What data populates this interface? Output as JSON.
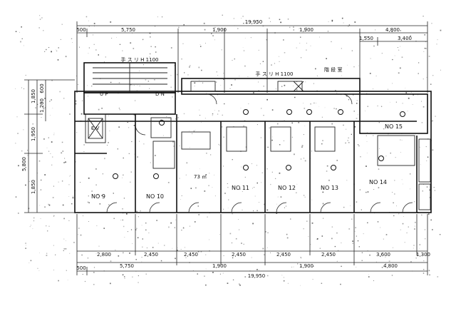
{
  "top_dims": {
    "total": "19,950",
    "d1": "5,750",
    "d2": "1,900",
    "d3": "1,900",
    "d4": "4,800",
    "d5": "1,550",
    "d6": "3,400",
    "lead": "500"
  },
  "bottom_dims": {
    "s1": "2,800",
    "s2": "2,450",
    "s3": "2,450",
    "s4": "2,450",
    "s5": "2,450",
    "s6": "2,450",
    "s7": "3,600",
    "s8": "1,300",
    "m1": "5,750",
    "m2": "1,900",
    "m3": "1,900",
    "m4": "4,800",
    "total": "19,950",
    "lead": "500"
  },
  "left_dims": {
    "total": "5,800",
    "a": "1,850",
    "b": "1,950",
    "c": "1,850",
    "d": "600",
    "e": "1,200"
  },
  "labels": {
    "stair": "手 ス リ H 1100",
    "up": "U P",
    "dn": "D N",
    "handrail": "手 ス リ H 1100",
    "hall": "階 段 室",
    "ev": "E V",
    "room_mid": "73 ㎡"
  },
  "rooms": [
    {
      "no": "NO 9"
    },
    {
      "no": "NO 10"
    },
    {
      "no": "NO 11"
    },
    {
      "no": "NO 12"
    },
    {
      "no": "NO 13"
    },
    {
      "no": "NO 14"
    },
    {
      "no": "NO 15"
    }
  ]
}
